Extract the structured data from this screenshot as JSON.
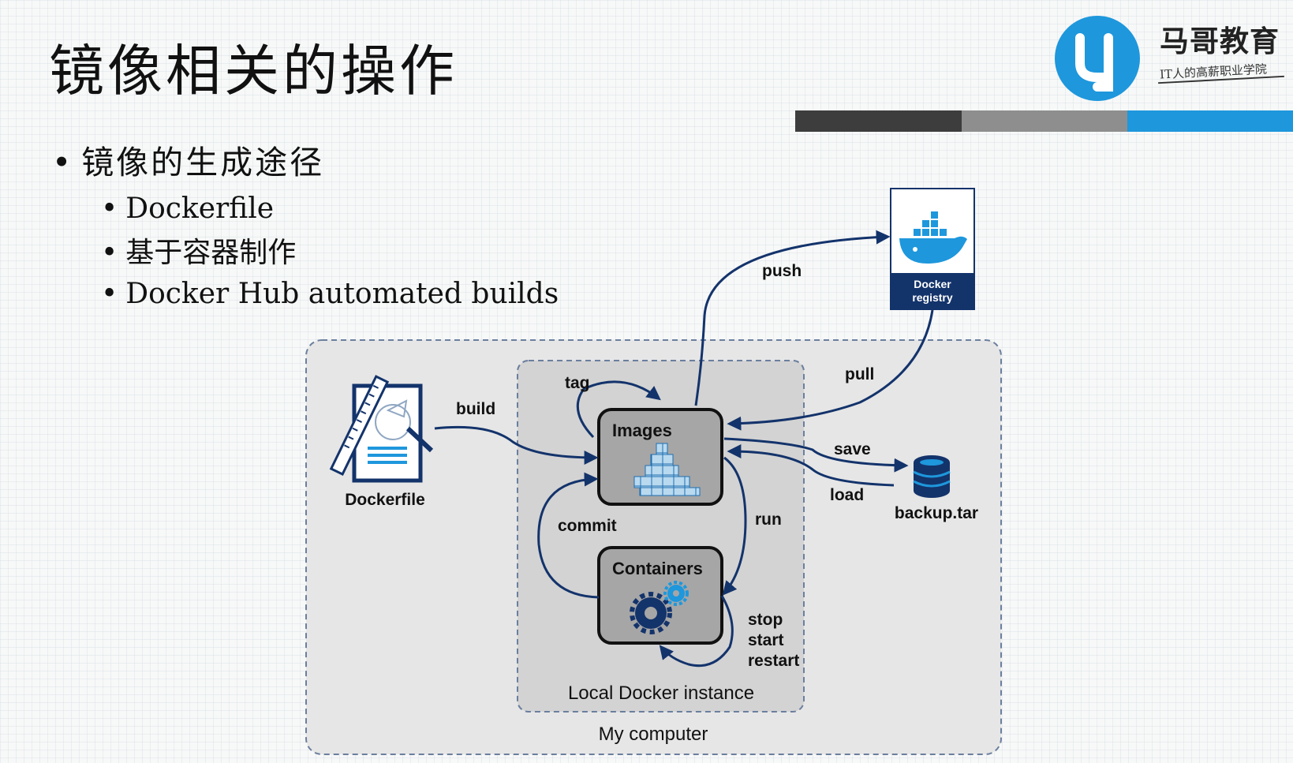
{
  "header": {
    "title": "镜像相关的操作",
    "brand_name": "马哥教育",
    "brand_slogan": "IT人的高薪职业学院",
    "colors": {
      "bar_dark": "#3d3d3d",
      "bar_grey": "#8e8e8e",
      "bar_blue": "#1e97dc"
    }
  },
  "content": {
    "main_bullet": "镜像的生成途径",
    "sub_bullets": [
      "Dockerfile",
      "基于容器制作",
      "Docker Hub automated builds"
    ]
  },
  "diagram": {
    "registry_label_line1": "Docker",
    "registry_label_line2": "registry",
    "dockerfile_label": "Dockerfile",
    "images_label": "Images",
    "containers_label": "Containers",
    "backup_label": "backup.tar",
    "local_instance_label": "Local Docker instance",
    "my_computer_label": "My computer",
    "edges": {
      "build": "build",
      "tag": "tag",
      "push": "push",
      "pull": "pull",
      "save": "save",
      "load": "load",
      "run": "run",
      "commit": "commit",
      "stop": "stop",
      "start": "start",
      "restart": "restart"
    },
    "colors": {
      "arrow": "#13336b",
      "box_fill": "#a6a6a6",
      "accent": "#1e97dc",
      "registry_dark": "#13336b"
    }
  }
}
